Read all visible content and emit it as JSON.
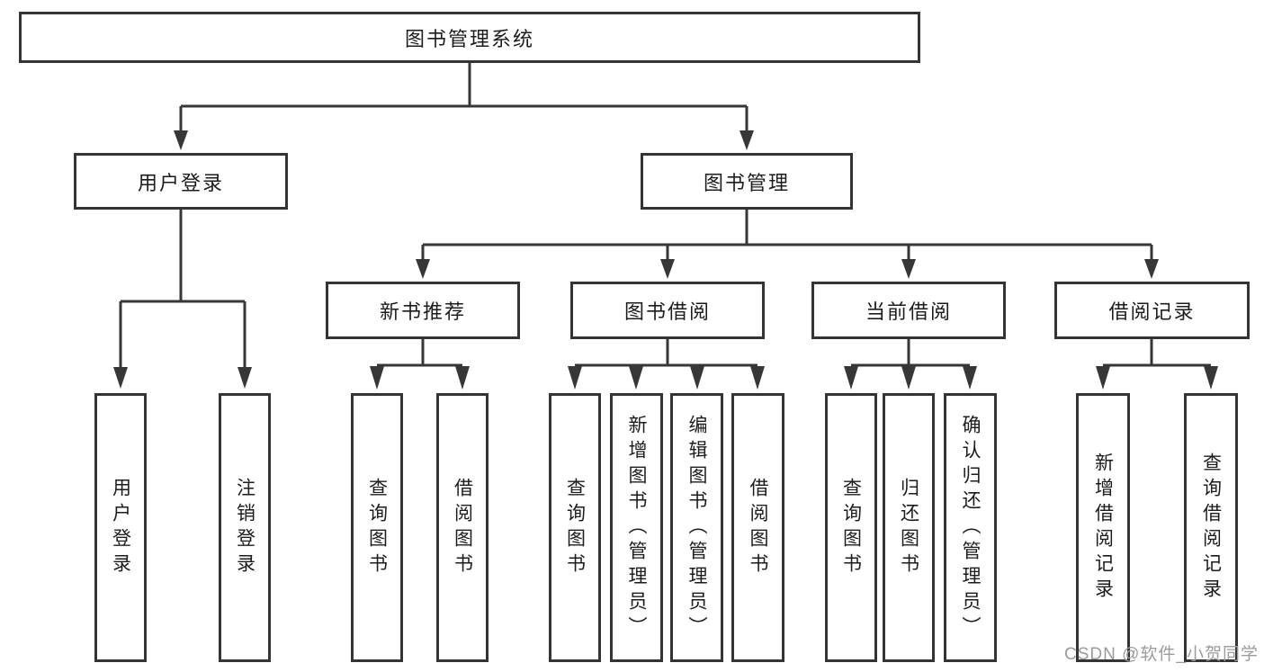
{
  "diagram_type": "hierarchy-tree",
  "tree": {
    "root": {
      "label": "图书管理系统"
    },
    "children": [
      {
        "label": "用户登录",
        "children": [
          {
            "label": "用户登录"
          },
          {
            "label": "注销登录"
          }
        ]
      },
      {
        "label": "图书管理",
        "children": [
          {
            "label": "新书推荐",
            "children": [
              {
                "label": "查询图书"
              },
              {
                "label": "借阅图书"
              }
            ]
          },
          {
            "label": "图书借阅",
            "children": [
              {
                "label": "查询图书"
              },
              {
                "label": "新增图书（管理员）"
              },
              {
                "label": "编辑图书（管理员）"
              },
              {
                "label": "借阅图书"
              }
            ]
          },
          {
            "label": "当前借阅",
            "children": [
              {
                "label": "查询图书"
              },
              {
                "label": "归还图书"
              },
              {
                "label": "确认归还（管理员）"
              }
            ]
          },
          {
            "label": "借阅记录",
            "children": [
              {
                "label": "新增借阅记录"
              },
              {
                "label": "查询借阅记录"
              }
            ]
          }
        ]
      }
    ]
  },
  "watermark": "CSDN @软件_小贺同学",
  "colors": {
    "line": "#373737",
    "box_border": "#343434",
    "box_background": "#ffffff",
    "label_text": "#1c1c1c",
    "watermark_text": "#9b9b9b"
  }
}
